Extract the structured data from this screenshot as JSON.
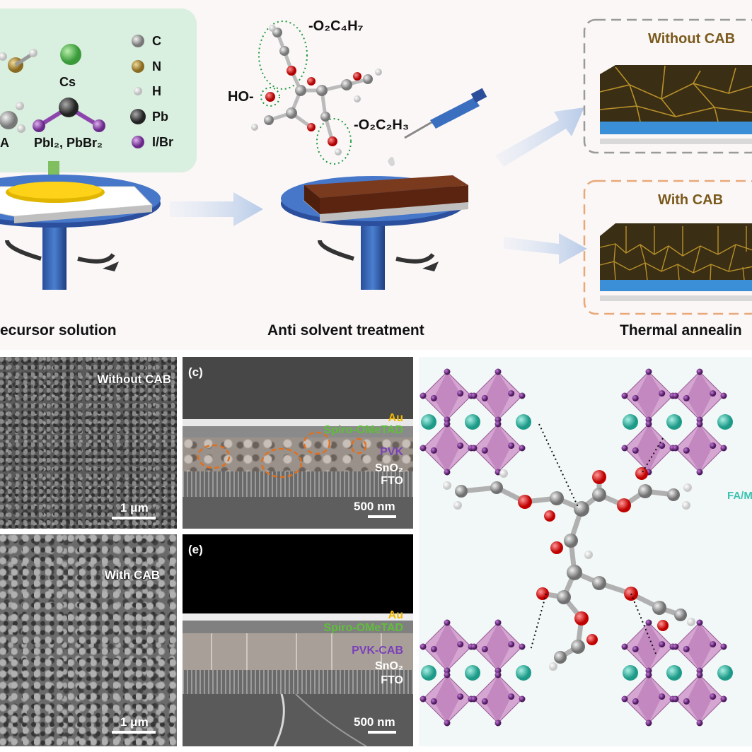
{
  "top": {
    "legend": {
      "elements": [
        {
          "label": "C",
          "color": "#9a9a9a"
        },
        {
          "label": "N",
          "color": "#a88a3a"
        },
        {
          "label": "H",
          "color": "#e8e8e8"
        },
        {
          "label": "Pb",
          "color": "#4a4a4a"
        },
        {
          "label": "I/Br",
          "color": "#8e44ad"
        }
      ],
      "cs_label": "Cs",
      "salts_label": "PbI₂, PbBr₂",
      "partial_a": "A"
    },
    "molecule_labels": {
      "group1": "-O₂C₄H₇",
      "group2": "HO-",
      "group3": "-O₂C₂H₃"
    },
    "steps": {
      "step1": "ecursor solution",
      "step2": "Anti solvent treatment",
      "step3": "Thermal annealin"
    },
    "boxes": {
      "without": "Without CAB",
      "with": "With CAB"
    }
  },
  "panels": {
    "b": {
      "label": "Without CAB",
      "scale": "1 μm"
    },
    "c": {
      "letter": "(c)",
      "scale": "500 nm",
      "layers": {
        "au": "Au",
        "spiro": "Spiro-OMeTAD",
        "pvk": "PVK",
        "sno2": "SnO₂",
        "fto": "FTO"
      }
    },
    "d": {
      "label": "With CAB",
      "scale": "1 μm"
    },
    "e": {
      "letter": "(e)",
      "scale": "500 nm",
      "layers": {
        "au": "Au",
        "spiro": "Spiro-OMeTAD",
        "pvk": "PVK-CAB",
        "sno2": "SnO₂",
        "fto": "FTO"
      }
    }
  },
  "structure": {
    "legend_partial": "FA/M",
    "colors": {
      "octahedron": "#c98bc4",
      "cation": "#3ec2b0",
      "halide": "#7b3a8a",
      "oxygen": "#e01515",
      "carbon": "#8f8f8f"
    }
  }
}
